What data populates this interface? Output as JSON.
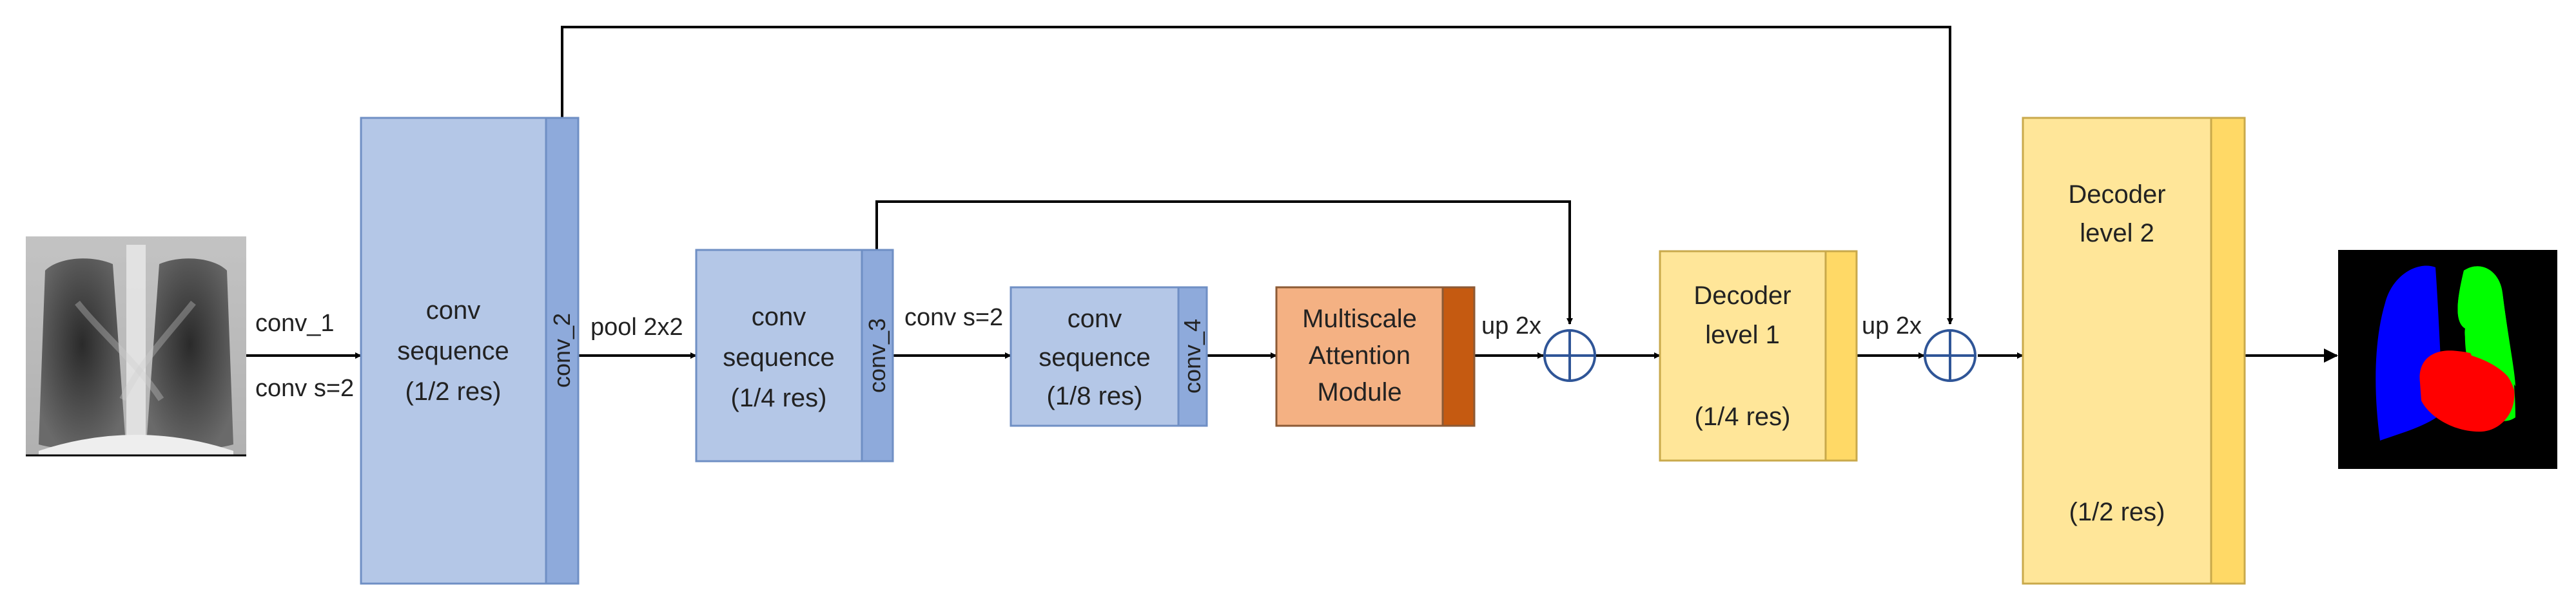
{
  "colors": {
    "encoder_fill": "#b4c7e7",
    "encoder_stroke": "#6f8fc4",
    "encoder_bar": "#8eaadb",
    "attention_fill": "#f4b183",
    "attention_bar": "#c55a11",
    "decoder_fill": "#ffe699",
    "decoder_stroke": "#c9a94b",
    "decoder_bar": "#ffd966",
    "line": "#000000",
    "plus_circle": "#2f5597"
  },
  "input_image": {
    "content": "chest-xray"
  },
  "output_image": {
    "content": "lung-heart-segmentation-mask",
    "background": "#000000",
    "regions": [
      {
        "label": "left-lung",
        "color": "#0000ff"
      },
      {
        "label": "right-lung",
        "color": "#00ff00"
      },
      {
        "label": "heart",
        "color": "#ff0000"
      }
    ]
  },
  "edges": {
    "conv_1": "conv_1",
    "conv_s2_first": "conv s=2",
    "pool": "pool 2x2",
    "conv_s2_second": "conv s=2",
    "up_1": "up 2x",
    "up_2": "up 2x"
  },
  "block1": {
    "line1": "conv",
    "line2": "sequence",
    "line3": "(1/2 res)",
    "bar": "conv_2"
  },
  "block2": {
    "line1": "conv",
    "line2": "sequence",
    "line3": "(1/4 res)",
    "bar": "conv_3"
  },
  "block3": {
    "line1": "conv",
    "line2": "sequence",
    "line3": "(1/8 res)",
    "bar": "conv_4"
  },
  "attention": {
    "line1": "Multiscale",
    "line2": "Attention",
    "line3": "Module"
  },
  "decoder1": {
    "line1": "Decoder",
    "line2": "level 1",
    "line3": "(1/4 res)"
  },
  "decoder2": {
    "line1": "Decoder",
    "line2": "level 2",
    "line3": "(1/2 res)"
  }
}
